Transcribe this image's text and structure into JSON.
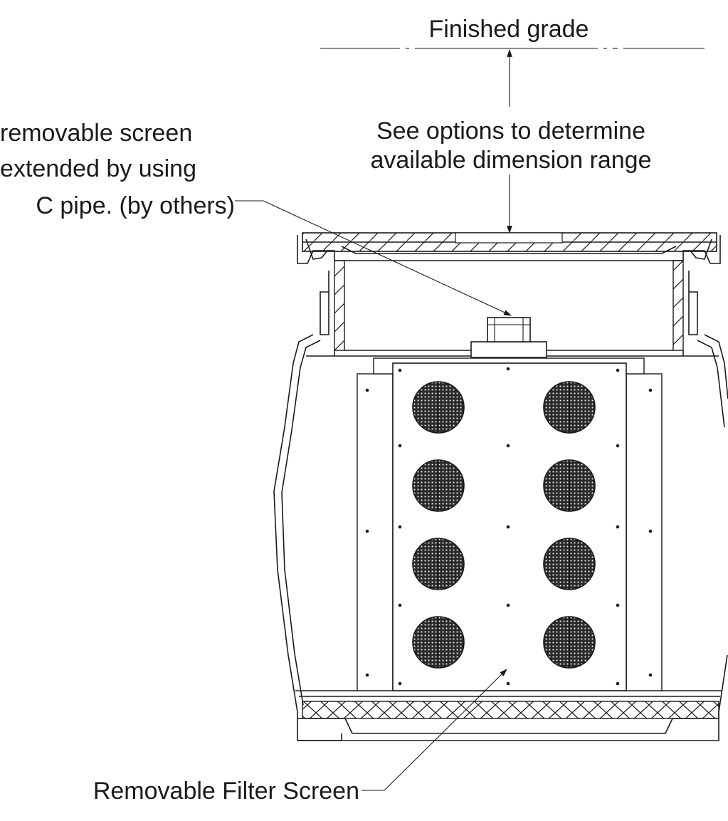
{
  "labels": {
    "finished_grade": "Finished grade",
    "dimension_line1": "See options to determine",
    "dimension_line2": "available dimension range",
    "callout_line1": "removable screen",
    "callout_line2": "extended by using",
    "callout_line3": "C pipe. (by others)",
    "filter_screen": "Removable Filter Screen"
  },
  "filter_holes": {
    "columns": 2,
    "rows": 4
  },
  "colors": {
    "ink": "#1a1a1a",
    "background": "#ffffff",
    "mesh": "#2a2a2a"
  }
}
